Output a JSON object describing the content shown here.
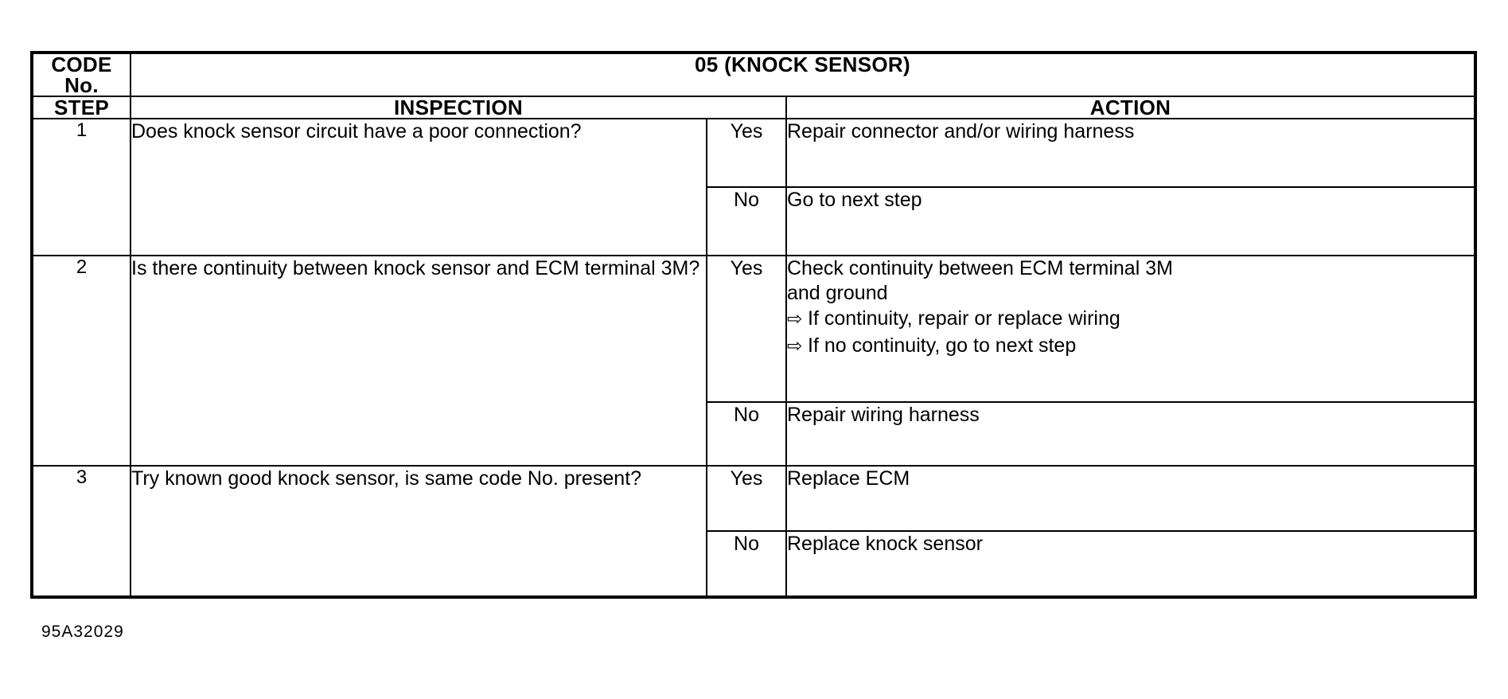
{
  "document": {
    "footer_reference": "95A32029"
  },
  "table": {
    "code_label": "CODE No.",
    "code_value": "05 (KNOCK SENSOR)",
    "headers": {
      "step": "STEP",
      "inspection": "INSPECTION",
      "action": "ACTION"
    },
    "answers": {
      "yes": "Yes",
      "no": "No"
    },
    "arrow_icon": "⇨",
    "steps": [
      {
        "number": "1",
        "inspection": "Does knock sensor circuit have a poor connection?",
        "yes_answer": "Yes",
        "yes_action": "Repair connector and/or wiring harness",
        "no_answer": "No",
        "no_action": "Go to next step"
      },
      {
        "number": "2",
        "inspection": "Is there continuity between knock sensor and ECM terminal 3M?",
        "yes_answer": "Yes",
        "yes_action": "Check continuity between ECM terminal 3M and ground",
        "yes_action_line1": "Check continuity between ECM terminal 3M",
        "yes_action_line2": "and ground",
        "yes_bullets": [
          "If continuity, repair or replace wiring",
          "If no continuity, go to next step"
        ],
        "no_answer": "No",
        "no_action": "Repair wiring harness"
      },
      {
        "number": "3",
        "inspection": "Try known good knock sensor, is same code No. present?",
        "yes_answer": "Yes",
        "yes_action": "Replace ECM",
        "no_answer": "No",
        "no_action": "Replace knock sensor"
      }
    ]
  }
}
